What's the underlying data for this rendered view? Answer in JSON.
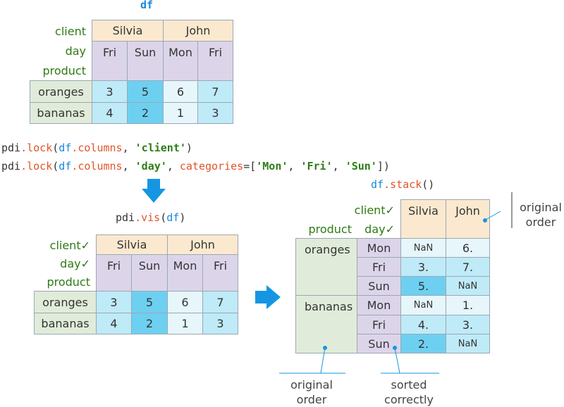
{
  "colors": {
    "client": "#fbe9cf",
    "day": "#dcd5ea",
    "index": "#e0ecd9",
    "light": "#e6f6fb",
    "mid": "#bfeaf7",
    "strong": "#6dd0f1",
    "accent": "#1596e3",
    "label": "#2f7a16"
  },
  "t1": {
    "title": "df",
    "label_client": "client",
    "label_day": "day",
    "label_product": "product",
    "clients": [
      "Silvia",
      "John"
    ],
    "days": [
      "Fri",
      "Sun",
      "Mon",
      "Fri"
    ],
    "rows": [
      {
        "product": "oranges",
        "values": [
          "3",
          "5",
          "6",
          "7"
        ]
      },
      {
        "product": "bananas",
        "values": [
          "4",
          "2",
          "1",
          "3"
        ]
      }
    ]
  },
  "code": {
    "line1": {
      "a": "pdi",
      "b": ".",
      "c": "lock",
      "d": "(",
      "e": "df",
      "f": ".",
      "g": "columns",
      "h": ", ",
      "i": "'client'",
      "j": ")"
    },
    "line2": {
      "a": "pdi",
      "b": ".",
      "c": "lock",
      "d": "(",
      "e": "df",
      "f": ".",
      "g": "columns",
      "h": ", ",
      "i": "'day'",
      "j": ", ",
      "k": "categories",
      "l": "=[",
      "m": "'Mon'",
      "n": ", ",
      "o": "'Fri'",
      "p": ", ",
      "q": "'Sun'",
      "r": "])"
    },
    "vis": {
      "a": "pdi",
      "b": ".",
      "c": "vis",
      "d": "(",
      "e": "df",
      "f": ")"
    },
    "stack": {
      "a": "df",
      "b": ".",
      "c": "stack",
      "d": "()"
    }
  },
  "t2": {
    "label_client": "client✓",
    "label_day": "day✓",
    "label_product": "product",
    "clients": [
      "Silvia",
      "John"
    ],
    "days": [
      "Fri",
      "Sun",
      "Mon",
      "Fri"
    ],
    "rows": [
      {
        "product": "oranges",
        "values": [
          "3",
          "5",
          "6",
          "7"
        ]
      },
      {
        "product": "bananas",
        "values": [
          "4",
          "2",
          "1",
          "3"
        ]
      }
    ]
  },
  "t3": {
    "label_client": "client✓",
    "label_day": "day✓",
    "label_product": "product",
    "clients": [
      "Silvia",
      "John"
    ],
    "groups": [
      "oranges",
      "bananas"
    ],
    "days": [
      "Mon",
      "Fri",
      "Sun",
      "Mon",
      "Fri",
      "Sun"
    ],
    "values": [
      [
        "NaN",
        "6."
      ],
      [
        "3.",
        "7."
      ],
      [
        "5.",
        "NaN"
      ],
      [
        "NaN",
        "1."
      ],
      [
        "4.",
        "3."
      ],
      [
        "2.",
        "NaN"
      ]
    ]
  },
  "annotations": {
    "original_order_top": [
      "original",
      "order"
    ],
    "original_order_bottom": [
      "original",
      "order"
    ],
    "sorted_correctly": [
      "sorted",
      "correctly"
    ]
  }
}
